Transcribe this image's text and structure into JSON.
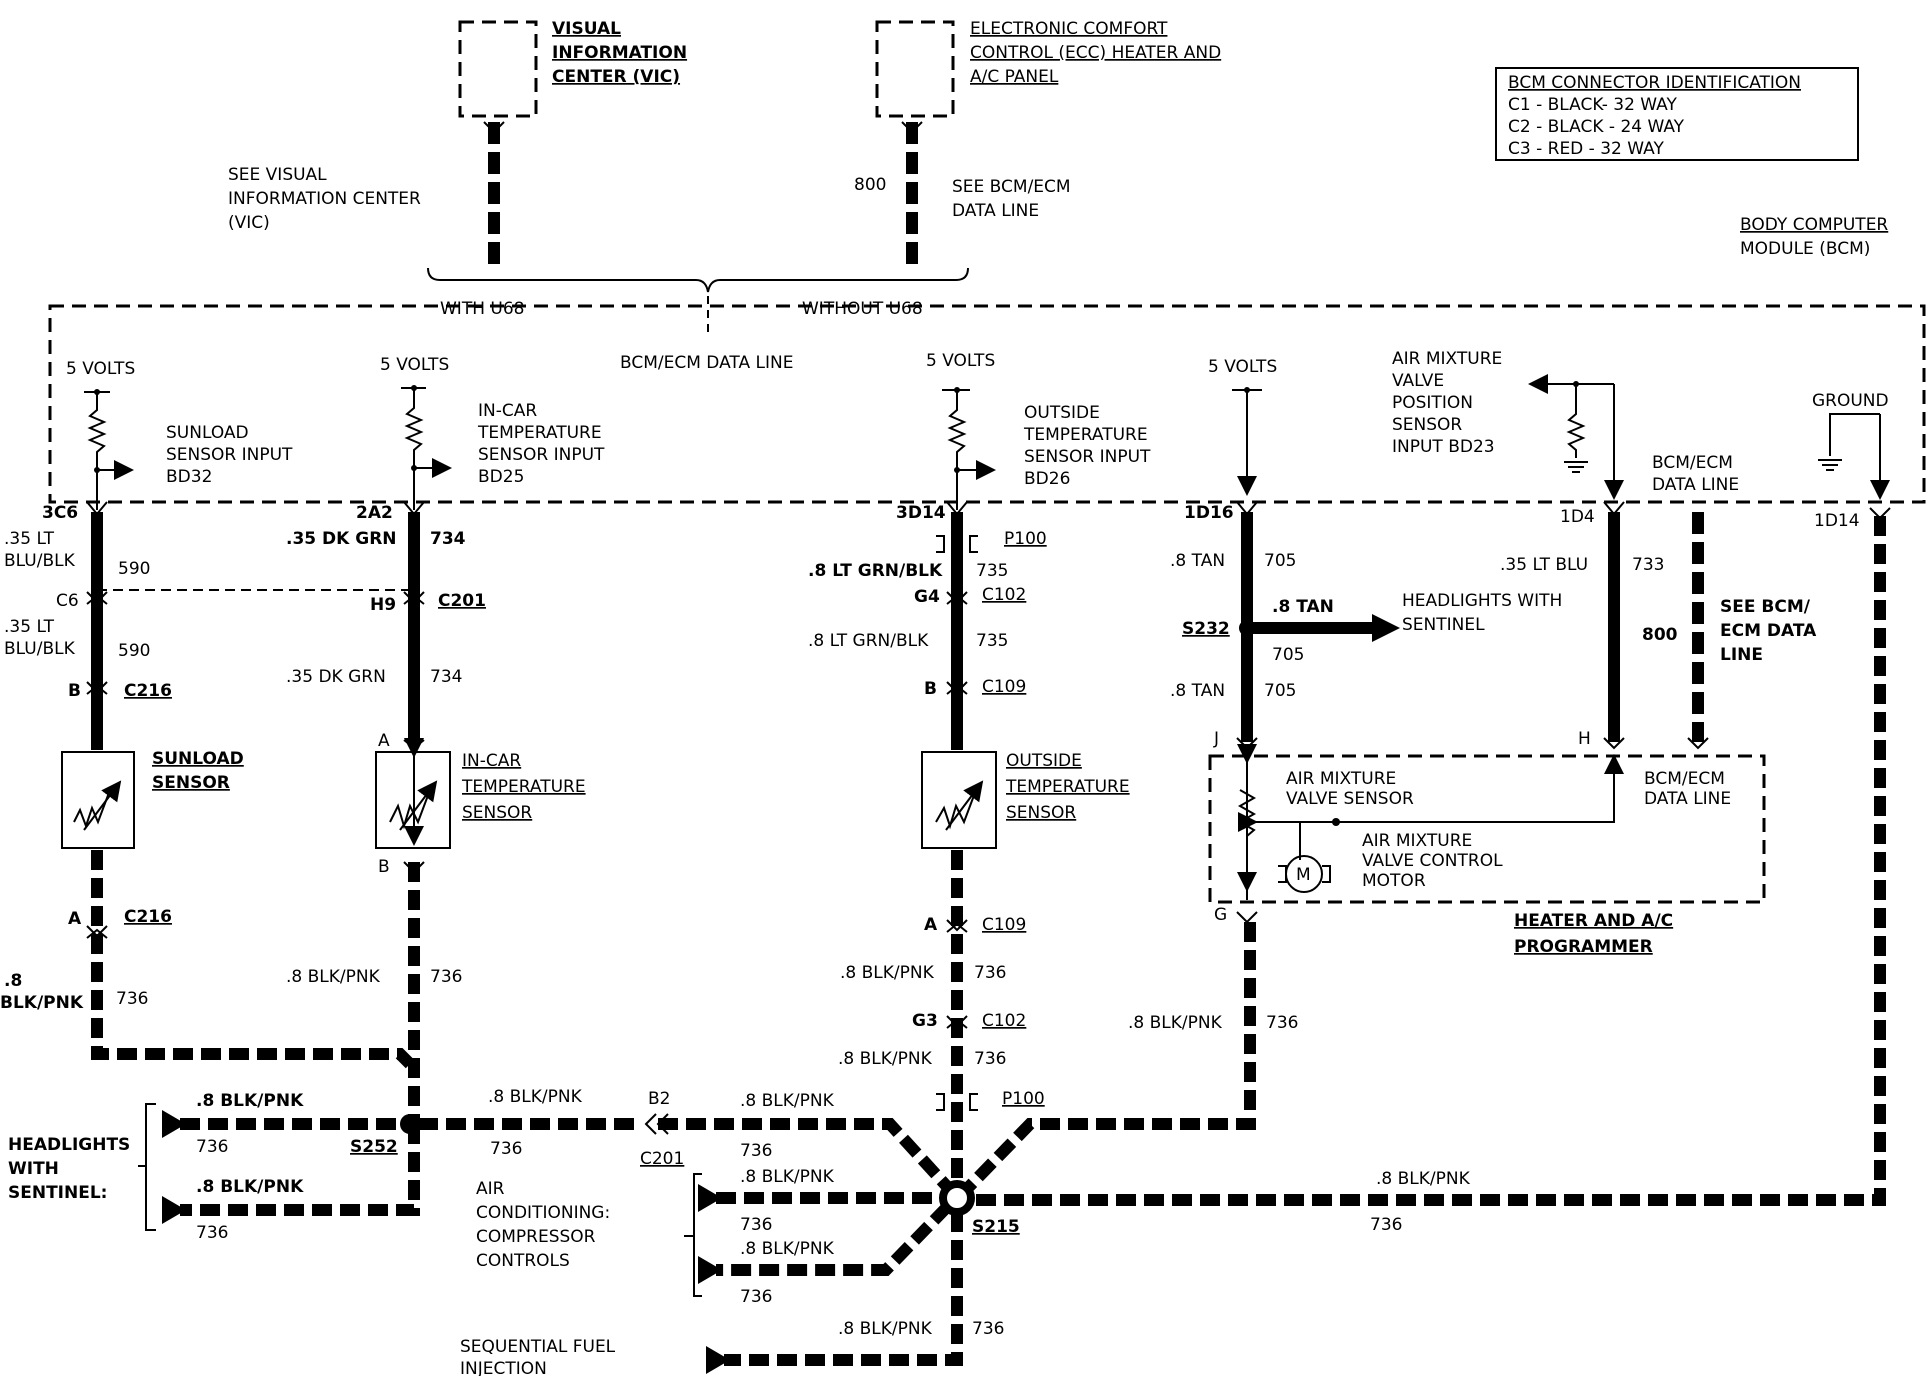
{
  "components": {
    "vic": {
      "line1": "VISUAL",
      "line2": "INFORMATION",
      "line3": "CENTER (VIC)"
    },
    "ecc": {
      "line1": "ELECTRONIC COMFORT",
      "line2": "CONTROL (ECC) HEATER AND",
      "line3": "A/C PANEL"
    },
    "bcm_id": {
      "title": "BCM CONNECTOR IDENTIFICATION",
      "c1": "C1 - BLACK- 32 WAY",
      "c2": "C2 - BLACK - 24 WAY",
      "c3": "C3 - RED - 32 WAY"
    },
    "bcm": {
      "line1": "BODY COMPUTER",
      "line2": "MODULE (BCM)"
    },
    "sunload": {
      "line1": "SUNLOAD",
      "line2": "SENSOR"
    },
    "incar": {
      "line1": "IN-CAR",
      "line2": "TEMPERATURE",
      "line3": "SENSOR"
    },
    "outside": {
      "line1": "OUTSIDE",
      "line2": "TEMPERATURE",
      "line3": "SENSOR"
    },
    "programmer": {
      "line1": "HEATER AND A/C",
      "line2": "PROGRAMMER",
      "amv_sensor1": "AIR MIXTURE",
      "amv_sensor2": "VALVE SENSOR",
      "amv_motor1": "AIR MIXTURE",
      "amv_motor2": "VALVE CONTROL",
      "amv_motor3": "MOTOR",
      "data1": "BCM/ECM",
      "data2": "DATA LINE",
      "motor_symbol": "M"
    }
  },
  "top": {
    "see_vic1": "SEE VISUAL",
    "see_vic2": "INFORMATION CENTER",
    "see_vic3": "(VIC)",
    "circuit_800": "800",
    "see_data1": "SEE BCM/ECM",
    "see_data2": "DATA LINE",
    "with_u68": "WITH U68",
    "without_u68": "WITHOUT U68"
  },
  "bcm_inside": {
    "volts": "5 VOLTS",
    "data_line": "BCM/ECM DATA LINE",
    "sunload_in1": "SUNLOAD",
    "sunload_in2": "SENSOR INPUT",
    "sunload_in3": "BD32",
    "incar_in1": "IN-CAR",
    "incar_in2": "TEMPERATURE",
    "incar_in3": "SENSOR INPUT",
    "incar_in4": "BD25",
    "outside_in1": "OUTSIDE",
    "outside_in2": "TEMPERATURE",
    "outside_in3": "SENSOR INPUT",
    "outside_in4": "BD26",
    "amv_in1": "AIR MIXTURE",
    "amv_in2": "VALVE",
    "amv_in3": "POSITION",
    "amv_in4": "SENSOR",
    "amv_in5": "INPUT BD23",
    "data_right1": "BCM/ECM",
    "data_right2": "DATA LINE",
    "ground": "GROUND"
  },
  "pins": {
    "p3c6": "3C6",
    "p2a2": "2A2",
    "p3d14": "3D14",
    "p1d16": "1D16",
    "p1d4": "1D4",
    "p1d14": "1D14",
    "c6": "C6",
    "h9": "H9",
    "g4": "G4",
    "b": "B",
    "a": "A",
    "j": "J",
    "h": "H",
    "g": "G",
    "g3": "G3",
    "b2": "B2"
  },
  "connectors": {
    "c216": "C216",
    "c201": "C201",
    "c102": "C102",
    "c109": "C109",
    "p100": "P100",
    "s232": "S232",
    "s252": "S252",
    "s215": "S215"
  },
  "wires": {
    "lt_blu_blk_a": ".35 LT",
    "lt_blu_blk_b": "BLU/BLK",
    "c590": "590",
    "dk_grn": ".35 DK GRN",
    "c734": "734",
    "lt_grn_blk": ".8 LT GRN/BLK",
    "c735": "735",
    "tan_8": ".8 TAN",
    "c705": "705",
    "lt_blu": ".35 LT BLU",
    "c733": "733",
    "c800": "800",
    "blk_pnk": ".8 BLK/PNK",
    "blk_pnk_a": ".8",
    "blk_pnk_b": "BLK/PNK",
    "c736": "736"
  },
  "references": {
    "headlights1": "HEADLIGHTS WITH",
    "headlights2": "SENTINEL",
    "see_bcm1": "SEE BCM/",
    "see_bcm2": "ECM DATA",
    "see_bcm3": "LINE",
    "hl_left1": "HEADLIGHTS",
    "hl_left2": "WITH",
    "hl_left3": "SENTINEL:",
    "ac1": "AIR",
    "ac2": "CONDITIONING:",
    "ac3": "COMPRESSOR",
    "ac4": "CONTROLS",
    "sfi1": "SEQUENTIAL FUEL",
    "sfi2": "INJECTION"
  }
}
